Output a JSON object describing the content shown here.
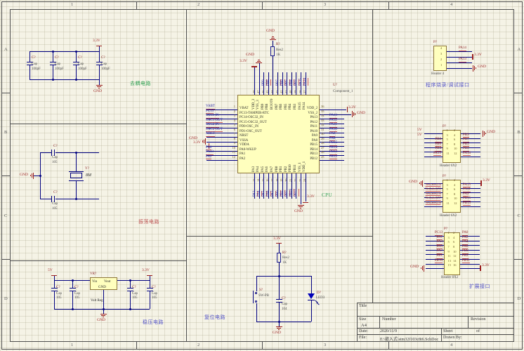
{
  "sheet": {
    "zone_columns": [
      "1",
      "2",
      "3",
      "4"
    ],
    "zone_rows": [
      "A",
      "B",
      "C",
      "D"
    ]
  },
  "colors": {
    "background": "#F5F3E6",
    "wire": "#000080",
    "power": "#9C1F1F",
    "net_label_blue": "#2323A0",
    "net_label_red": "#8B2020",
    "body_fill": "#FFFFBE",
    "body_border": "#8C7536",
    "section_green": "#2FA052",
    "section_blue": "#5555C8",
    "section_red": "#C05858",
    "led_blue": "#0000B8"
  },
  "power_nets": {
    "v33": "3.3V",
    "v5": "5V",
    "gnd": "GND"
  },
  "sections": {
    "decoupling": "去耦电路",
    "oscillator": "振荡电路",
    "regulator": "稳压电路",
    "reset": "复位电路",
    "cpu": "CPU",
    "debug": "程序烧录/调试接口",
    "expansion": "扩展接口"
  },
  "decoupling": {
    "caps": [
      {
        "ref": "C?",
        "part": "Cap",
        "value": "100pF"
      },
      {
        "ref": "C?",
        "part": "Cap",
        "value": "100pF"
      },
      {
        "ref": "C?",
        "part": "Cap",
        "value": "100pF"
      },
      {
        "ref": "C?",
        "part": "Cap",
        "value": "100pF"
      }
    ]
  },
  "oscillator": {
    "caps": [
      {
        "ref": "C?",
        "part": "Cap",
        "value": "105"
      },
      {
        "ref": "C?",
        "part": "Cap",
        "value": "105"
      }
    ],
    "crystal": {
      "ref": "Y?",
      "value": "8M"
    }
  },
  "regulator": {
    "ref": "VR?",
    "comment": "Volt Reg",
    "pins": {
      "in": "Vin",
      "out": "Vout",
      "gnd": "GND"
    },
    "caps": [
      {
        "ref": "C?",
        "part": "Cap",
        "value": "105"
      },
      {
        "ref": "C?",
        "part": "Cap",
        "value": "105"
      },
      {
        "ref": "C?",
        "part": "Cap",
        "value": "105"
      },
      {
        "ref": "C?",
        "part": "Cap",
        "value": "105"
      }
    ]
  },
  "mcu": {
    "ref": "U?",
    "comment": "Component_1",
    "boot_resistor": {
      "ref": "R?",
      "part": "Res2",
      "value": "1K"
    },
    "left": [
      {
        "num": "1",
        "name": "VBAT",
        "label": "VABT"
      },
      {
        "num": "2",
        "name": "PC13-TAMPER-RTC",
        "label": "PC13"
      },
      {
        "num": "3",
        "name": "PC14-OSC32_IN",
        "label": "OSC1 IN"
      },
      {
        "num": "4",
        "name": "PC15-OSC32_OUT",
        "label": "OSC1 OUT"
      },
      {
        "num": "5",
        "name": "PD0-OSC_IN",
        "label": "OSC2 IN"
      },
      {
        "num": "6",
        "name": "PD1-OSC_OUT",
        "label": "OSC2 OUT"
      },
      {
        "num": "7",
        "name": "NRST",
        "label": "NRST"
      },
      {
        "num": "8",
        "name": "VSSA",
        "power": "gnd"
      },
      {
        "num": "9",
        "name": "VDDA",
        "power": "v33"
      },
      {
        "num": "10",
        "name": "PA0-WKUP",
        "label": "PA0"
      },
      {
        "num": "11",
        "name": "PA1",
        "label": "PA13"
      },
      {
        "num": "12",
        "name": "PA2",
        "label": "PA2"
      }
    ],
    "top": [
      {
        "num": "48",
        "name": "VDD_3",
        "power": "v33"
      },
      {
        "num": "47",
        "name": "VSS_3",
        "power": "gnd"
      },
      {
        "num": "46",
        "name": "PB9",
        "label": "PB9"
      },
      {
        "num": "45",
        "name": "PB8",
        "label": "PB8"
      },
      {
        "num": "44",
        "name": "BOOT0",
        "res": true
      },
      {
        "num": "43",
        "name": "PB7",
        "label": "PB7"
      },
      {
        "num": "42",
        "name": "PB6",
        "label": "PB6"
      },
      {
        "num": "41",
        "name": "PB5",
        "label": "PB5"
      },
      {
        "num": "40",
        "name": "PB4",
        "label": "PB4"
      },
      {
        "num": "39",
        "name": "PB3",
        "label": "PB3"
      },
      {
        "num": "38",
        "name": "PA15",
        "label": "PA15"
      },
      {
        "num": "37",
        "name": "PA14",
        "label": "PA14"
      }
    ],
    "right": [
      {
        "num": "36",
        "name": "VDD_2",
        "power": "v33"
      },
      {
        "num": "35",
        "name": "VSS_2",
        "power": "gnd"
      },
      {
        "num": "34",
        "name": "PA13",
        "label": "PA13"
      },
      {
        "num": "33",
        "name": "PA12",
        "label": "PA12"
      },
      {
        "num": "32",
        "name": "PA11",
        "label": "PA11"
      },
      {
        "num": "31",
        "name": "PA10",
        "label": "PA10"
      },
      {
        "num": "30",
        "name": "PA9",
        "label": "PA9"
      },
      {
        "num": "29",
        "name": "PA8",
        "label": "PA8"
      },
      {
        "num": "28",
        "name": "PB15",
        "label": "PB15"
      },
      {
        "num": "27",
        "name": "PB14",
        "label": "PB14"
      },
      {
        "num": "26",
        "name": "PB13",
        "label": "PB13"
      },
      {
        "num": "25",
        "name": "PB12",
        "label": "PB12"
      }
    ],
    "bottom": [
      {
        "num": "13",
        "name": "PA3",
        "label": "PA3"
      },
      {
        "num": "14",
        "name": "PA4",
        "label": "PA4"
      },
      {
        "num": "15",
        "name": "PA5",
        "label": "PA5"
      },
      {
        "num": "16",
        "name": "PA6",
        "label": "PA6"
      },
      {
        "num": "17",
        "name": "PA7",
        "label": "PA7"
      },
      {
        "num": "18",
        "name": "PB0",
        "label": "PB0"
      },
      {
        "num": "19",
        "name": "PB1",
        "label": "PB1"
      },
      {
        "num": "20",
        "name": "PB2",
        "label": "PB2"
      },
      {
        "num": "21",
        "name": "PB10",
        "label": "PB10"
      },
      {
        "num": "22",
        "name": "PB11",
        "label": "PB11"
      },
      {
        "num": "23",
        "name": "VSS_1",
        "power": "gnd"
      },
      {
        "num": "24",
        "name": "VDD_1",
        "power": "v33"
      }
    ]
  },
  "reset": {
    "resistor": {
      "ref": "R?",
      "part": "Res2",
      "value": "1K"
    },
    "capacitor": {
      "ref": "C?",
      "part": "Cap",
      "value": "104"
    },
    "switch": {
      "ref": "S?",
      "part": "SW-PB"
    },
    "led": {
      "ref": "D?",
      "part": "LED3"
    }
  },
  "debug_header": {
    "ref": "P?",
    "name": "Header 4",
    "pins": [
      {
        "num": "4",
        "net": "PA14"
      },
      {
        "num": "3",
        "power": "v33"
      },
      {
        "num": "2",
        "net": "PA13"
      },
      {
        "num": "1",
        "power": "gnd"
      }
    ]
  },
  "header1": {
    "ref": "P?",
    "name": "Header 6X2",
    "left_nums": [
      "1",
      "3",
      "5",
      "7",
      "9",
      "11"
    ],
    "right_nums": [
      "2",
      "4",
      "6",
      "8",
      "10",
      "12"
    ],
    "left": [
      {
        "power": "v5"
      },
      {
        "power": "v5"
      },
      {
        "net": "PB8"
      },
      {
        "net": "PB6"
      },
      {
        "net": "PB4"
      },
      {
        "net": "PA15"
      }
    ],
    "right": [
      {
        "power": "gnd"
      },
      {
        "net": "PB9"
      },
      {
        "net": "PB7"
      },
      {
        "net": "PB5"
      },
      {
        "net": "PB3"
      },
      {
        "net": "PA14"
      }
    ]
  },
  "header2": {
    "ref": "P?",
    "name": "Header 6X2",
    "left_nums": [
      "1",
      "3",
      "5",
      "7",
      "9",
      "11"
    ],
    "right_nums": [
      "2",
      "4",
      "6",
      "8",
      "10",
      "12"
    ],
    "left": [
      {
        "power": "gnd"
      },
      {
        "net": "NetLabel254",
        "small": true
      },
      {
        "net": "NetLabel255",
        "small": true
      },
      {
        "net": "NetLabel256",
        "small": true
      },
      {
        "net": "NetLabel257",
        "small": true
      },
      {
        "net": "NetLabel258",
        "small": true
      }
    ],
    "right": [
      {
        "power": "v33"
      },
      {
        "net": "PA13"
      },
      {
        "net": "PA11"
      },
      {
        "net": "PA9"
      },
      {
        "net": "PB15"
      },
      {
        "net": "PB13"
      }
    ]
  },
  "header3": {
    "ref": "P?",
    "name": "Header 8X2",
    "left_nums": [
      "1",
      "3",
      "5",
      "7",
      "9",
      "11",
      "13",
      "15"
    ],
    "right_nums": [
      "2",
      "4",
      "6",
      "8",
      "10",
      "12",
      "14",
      "16"
    ],
    "left": [
      {
        "net": "PC13"
      },
      {
        "net": "PA1"
      },
      {
        "net": "PA3"
      },
      {
        "net": "PA5"
      },
      {
        "net": "PA7"
      },
      {
        "net": "PB1"
      },
      {
        "net": "PB10"
      },
      {
        "power": "gnd"
      }
    ],
    "right": [
      {
        "net": "PA0"
      },
      {
        "net": "PA2"
      },
      {
        "net": "PA4"
      },
      {
        "net": "PA6"
      },
      {
        "net": "PB0"
      },
      {
        "net": "PB2"
      },
      {
        "net": "PB11"
      },
      {
        "power": "v33"
      }
    ]
  },
  "title_block": {
    "title_label": "Title",
    "size_label": "Size",
    "size": "A4",
    "number_label": "Number",
    "revision_label": "Revision",
    "date_label": "Date:",
    "date": "2020/11/9",
    "file_label": "File:",
    "file": "E:\\嵌入式\\stm32f103c8t6.SchDoc",
    "sheet_label": "Sheet",
    "of_label": "of",
    "drawn_label": "Drawn By:"
  }
}
